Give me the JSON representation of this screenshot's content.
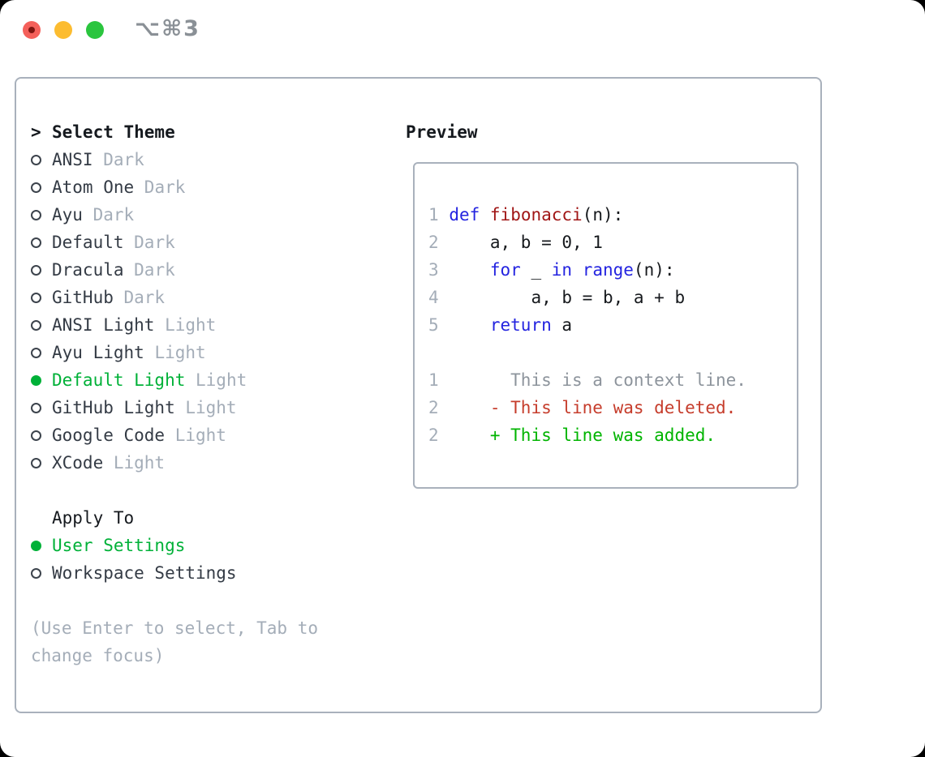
{
  "colors": {
    "accent_green": "#00b138",
    "added_green": "#00b400",
    "deleted_red": "#c63d2c",
    "keyword_blue": "#2424e0",
    "function_red": "#a01616",
    "muted_gray": "#a4adb8",
    "context_gray": "#8d949c",
    "text_dark": "#343b45",
    "header_black": "#15191e",
    "border_gray": "#a9b1bc"
  },
  "titlebar": {
    "shortcut_label": "⌥⌘3"
  },
  "theme_picker": {
    "cursor": ">",
    "header": "Select Theme",
    "items": [
      {
        "name": "ANSI",
        "tag": "Dark",
        "selected": false
      },
      {
        "name": "Atom One",
        "tag": "Dark",
        "selected": false
      },
      {
        "name": "Ayu",
        "tag": "Dark",
        "selected": false
      },
      {
        "name": "Default",
        "tag": "Dark",
        "selected": false
      },
      {
        "name": "Dracula",
        "tag": "Dark",
        "selected": false
      },
      {
        "name": "GitHub",
        "tag": "Dark",
        "selected": false
      },
      {
        "name": "ANSI Light",
        "tag": "Light",
        "selected": false
      },
      {
        "name": "Ayu Light",
        "tag": "Light",
        "selected": false
      },
      {
        "name": "Default Light",
        "tag": "Light",
        "selected": true
      },
      {
        "name": "GitHub Light",
        "tag": "Light",
        "selected": false
      },
      {
        "name": "Google Code",
        "tag": "Light",
        "selected": false
      },
      {
        "name": "XCode",
        "tag": "Light",
        "selected": false
      }
    ]
  },
  "apply_to": {
    "header": "Apply To",
    "options": [
      {
        "label": "User Settings",
        "selected": true
      },
      {
        "label": "Workspace Settings",
        "selected": false
      }
    ]
  },
  "hint": {
    "lines": [
      "(Use Enter to select, Tab to",
      "change focus)"
    ]
  },
  "preview": {
    "header": "Preview",
    "code_lines": [
      {
        "num": "1",
        "tokens": [
          [
            "pl",
            " "
          ],
          [
            "kw",
            "def"
          ],
          [
            "pl",
            " "
          ],
          [
            "fn",
            "fibonacci"
          ],
          [
            "pl",
            "(n):"
          ]
        ]
      },
      {
        "num": "2",
        "tokens": [
          [
            "pl",
            "     a, b = 0, 1"
          ]
        ]
      },
      {
        "num": "3",
        "tokens": [
          [
            "pl",
            "     "
          ],
          [
            "kw",
            "for"
          ],
          [
            "pl",
            " _ "
          ],
          [
            "kw",
            "in"
          ],
          [
            "pl",
            " "
          ],
          [
            "kw",
            "range"
          ],
          [
            "pl",
            "(n):"
          ]
        ]
      },
      {
        "num": "4",
        "tokens": [
          [
            "pl",
            "         a, b = b, a + b"
          ]
        ]
      },
      {
        "num": "5",
        "tokens": [
          [
            "pl",
            "     "
          ],
          [
            "kw",
            "return"
          ],
          [
            "pl",
            " a"
          ]
        ]
      },
      {
        "num": "",
        "tokens": []
      },
      {
        "num": "1",
        "tokens": [
          [
            "ctx",
            "       This is a context line."
          ]
        ]
      },
      {
        "num": "2",
        "tokens": [
          [
            "del",
            "     - This line was deleted."
          ]
        ]
      },
      {
        "num": "2",
        "tokens": [
          [
            "add",
            "     + This line was added."
          ]
        ]
      }
    ]
  }
}
